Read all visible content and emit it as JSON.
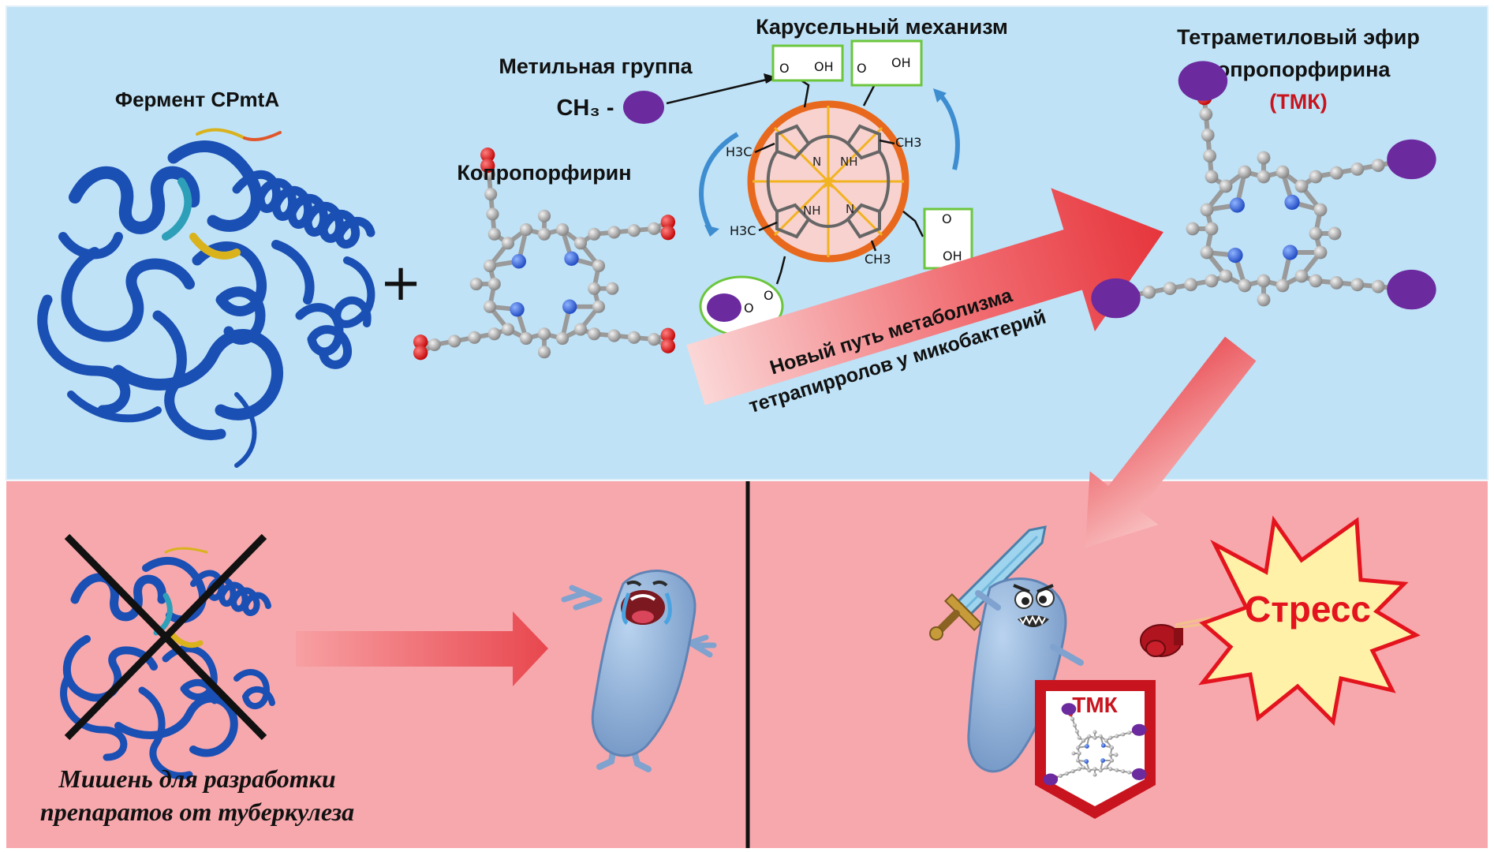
{
  "labels": {
    "carousel": "Карусельный механизм",
    "methyl_group": "Метильная группа",
    "ch3": "CH₃ -",
    "enzyme": "Фермент CPmtA",
    "coproporphyrin": "Копропорфирин",
    "product_line1": "Тетраметиловый эфир",
    "product_line2": "копропорфирина",
    "product_abbr": "(ТМК)",
    "pathway_line1": "Новый путь метаболизма",
    "pathway_line2": "тетрапирролов у микобактерий",
    "target_line1": "Мишень для разработки",
    "target_line2": "препаратов от туберкулеза",
    "shield": "ТМК",
    "stress": "Стресс",
    "plus": "+"
  },
  "chem": {
    "oh": "OH",
    "o": "O",
    "ch3": "CH3",
    "h3c": "H3C",
    "nh": "NH",
    "n": "N"
  },
  "colors": {
    "top_panel": "#bfe2f6",
    "bottom_panel": "#f7a8ad",
    "protein": "#1a4fb4",
    "methyl": "#6b2a9e",
    "arrow": "#e8474e",
    "tmk_red": "#c8141e",
    "stress_fill": "#fff2a8",
    "stress_text": "#e4141e",
    "bacterium": "#8fb3dc"
  },
  "icons": [
    "protein-ribbon-icon",
    "molecule-icon",
    "bacterium-icon",
    "sword-icon",
    "shield-icon",
    "boxing-glove-icon",
    "explosion-icon"
  ]
}
